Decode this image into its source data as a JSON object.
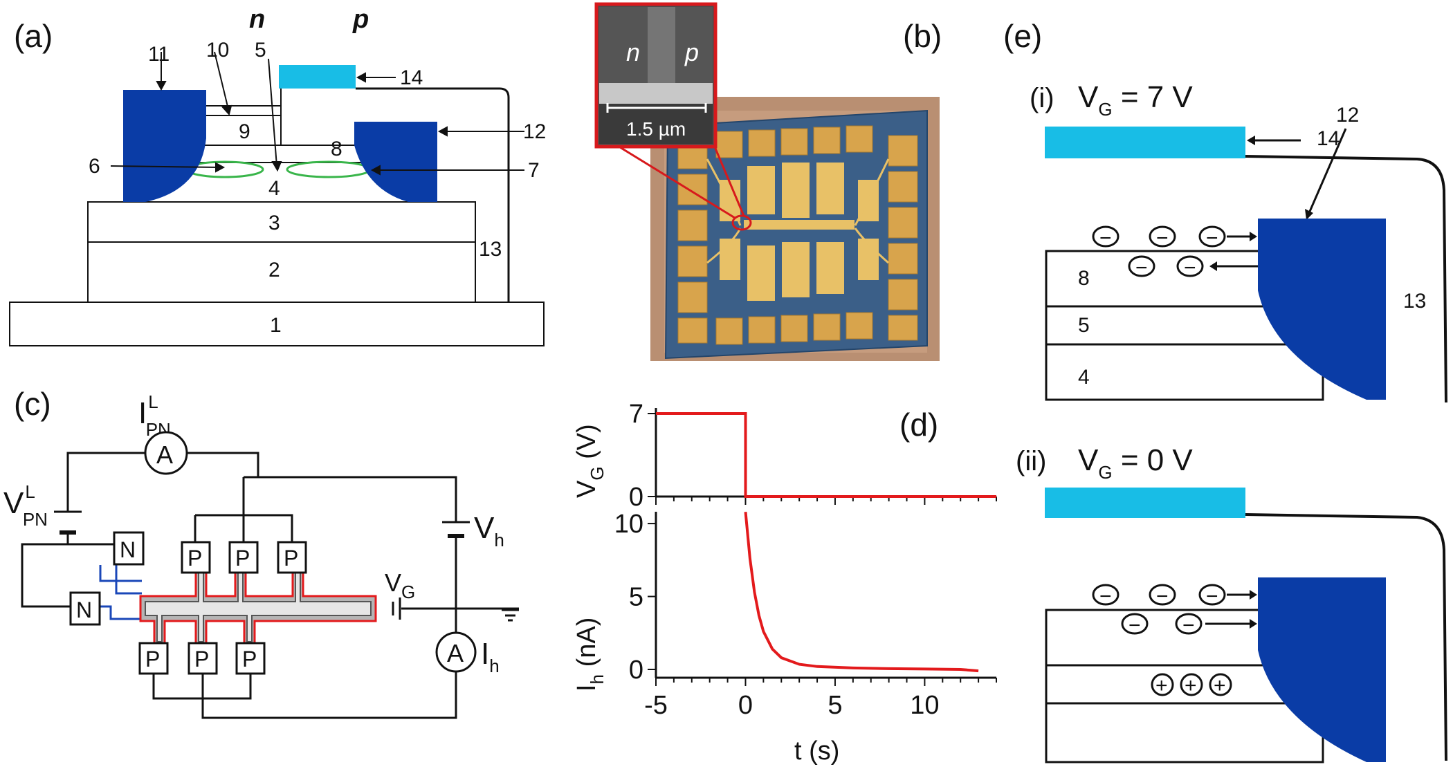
{
  "colors": {
    "contact_blue": "#0a3ca6",
    "gate_cyan": "#18bde6",
    "ring_green": "#39b54a",
    "pulse_red": "#e31a1c",
    "zoom_red": "#d7191c",
    "wire_blue": "#1a47b8",
    "line_black": "#111111"
  },
  "panel_a": {
    "label": "(a)",
    "n_label": "n",
    "p_label": "p",
    "numbers": [
      "11",
      "10",
      "5",
      "14",
      "9",
      "12",
      "8",
      "6",
      "7",
      "4",
      "3",
      "13",
      "2",
      "1"
    ]
  },
  "panel_b": {
    "label": "(b)",
    "inset_n": "n",
    "inset_p": "p",
    "scale_bar": "1.5 µm"
  },
  "panel_c": {
    "label": "(c)",
    "ammeter": "A",
    "ilpn": "I",
    "ilpn_sup": "L",
    "ilpn_sub": "PN",
    "vlpn": "V",
    "vlpn_sup": "L",
    "vlpn_sub": "PN",
    "vh": "V",
    "vh_sub": "h",
    "ih": "I",
    "ih_sub": "h",
    "vg": "V",
    "vg_sub": "G",
    "n_pad": "N",
    "p_pad": "P"
  },
  "panel_d": {
    "label": "(d)",
    "top_ylabel": "V",
    "top_ylabel_sub": "G",
    "top_ylabel_unit": " (V)",
    "bottom_ylabel": "I",
    "bottom_ylabel_sub": "h",
    "bottom_ylabel_unit": " (nA)",
    "xlabel": "t (s)"
  },
  "chart_data": [
    {
      "type": "line",
      "title": "",
      "xlabel": "",
      "ylabel": "VG (V)",
      "xlim": [
        -5,
        14
      ],
      "ylim": [
        0,
        7
      ],
      "x_ticks": [
        -5,
        0,
        5,
        10
      ],
      "y_ticks": [
        0,
        7
      ],
      "series": [
        {
          "x": [
            -5,
            0,
            0,
            14
          ],
          "y": [
            7,
            7,
            0,
            0
          ]
        }
      ]
    },
    {
      "type": "line",
      "title": "",
      "xlabel": "t (s)",
      "ylabel": "Ih (nA)",
      "xlim": [
        -5,
        14
      ],
      "ylim": [
        0,
        11
      ],
      "x_ticks": [
        -5,
        0,
        5,
        10
      ],
      "y_ticks": [
        0,
        5,
        10
      ],
      "series": [
        {
          "x": [
            0,
            0.25,
            0.5,
            0.75,
            1.0,
            1.5,
            2.0,
            3.0,
            4.0,
            6.0,
            8.0,
            10.0,
            12.0,
            13.0
          ],
          "y": [
            10.8,
            7.6,
            5.3,
            3.7,
            2.6,
            1.4,
            0.8,
            0.35,
            0.2,
            0.1,
            0.05,
            0.03,
            0.0,
            -0.1
          ]
        }
      ]
    }
  ],
  "panel_e": {
    "label": "(e)",
    "i_label": "(i)",
    "ii_label": "(ii)",
    "vg_i_pre": "V",
    "vg_i_sub": "G",
    "vg_i_post": " = 7 V",
    "vg_ii_pre": "V",
    "vg_ii_sub": "G",
    "vg_ii_post": " = 0 V",
    "n12": "12",
    "n14": "14",
    "n13": "13",
    "n8": "8",
    "n5": "5",
    "n4": "4",
    "minus": "−",
    "plus": "+"
  }
}
